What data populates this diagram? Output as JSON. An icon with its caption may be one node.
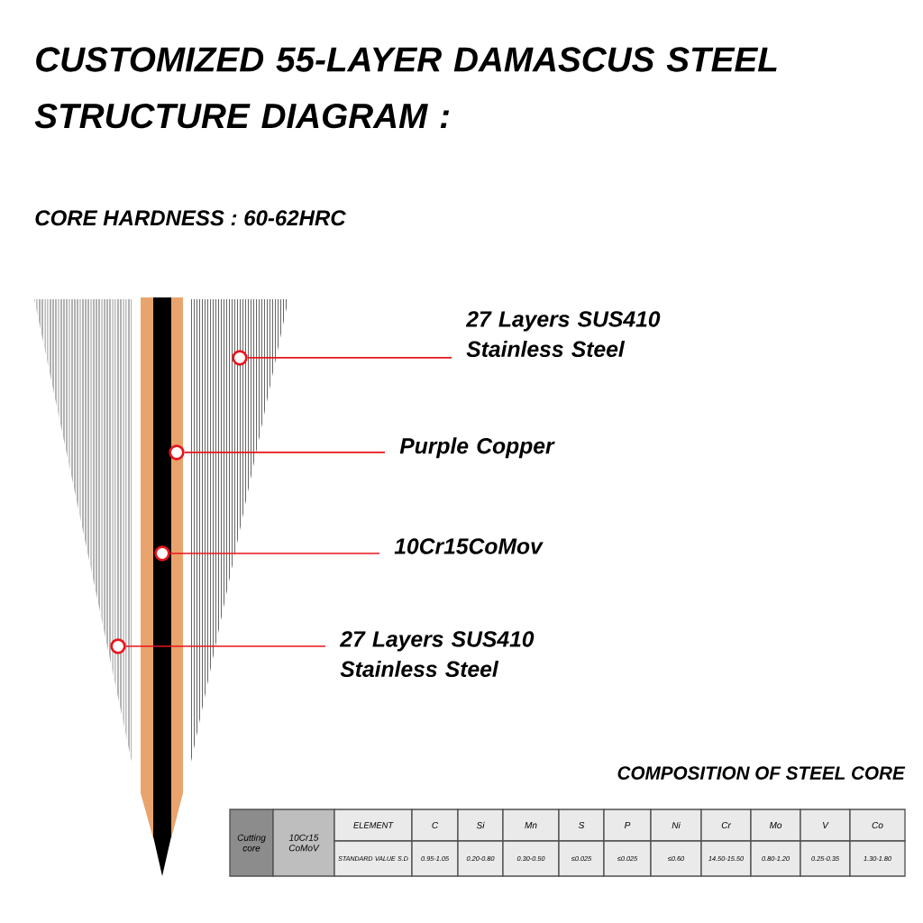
{
  "diagram": {
    "title": "CUSTOMIZED 55-LAYER DAMASCUS STEEL STRUCTURE DIAGRAM :",
    "nodes": [
      {
        "text": [
          "27 Layers SUS410 Stainless Steel"
        ]
      },
      {
        "text": [
          "Purple Copper"
        ]
      },
      {
        "text": [
          "10Cr15CoMov"
        ]
      },
      {
        "text": [
          "27 Layers SUS410 Stainless Steel"
        ]
      },
      {
        "text": [],
        "shape": "circle"
      },
      {
        "text": [],
        "shape": "circle"
      },
      {
        "text": [],
        "shape": "circle"
      },
      {
        "text": [],
        "shape": "circle"
      }
    ],
    "edges": [
      {
        "from": 0,
        "to": 4,
        "arrow": "none"
      },
      {
        "from": 1,
        "to": 5,
        "arrow": "none"
      },
      {
        "from": 2,
        "to": 6,
        "arrow": "none"
      },
      {
        "from": 3,
        "to": 7,
        "arrow": "none"
      }
    ],
    "labels": [
      "CORE HARDNESS : 60-62HRC",
      "COMPOSITION OF STEEL CORE",
      "Cutting core",
      "10Cr15 CoMoV",
      "ELEMENT",
      "C",
      "Si",
      "Mn",
      "S",
      "P",
      "Ni",
      "Cr",
      "Mo",
      "V",
      "Co",
      "STANDARD VALUE S.D",
      "0.95-1.05",
      "0.20-0.80",
      "0.30-0.50",
      "≤0.025",
      "≤0.025",
      "≤0.60",
      "14.50-15.50",
      "0.80-1.20",
      "0.25-0.35",
      "1.30-1.80"
    ]
  }
}
